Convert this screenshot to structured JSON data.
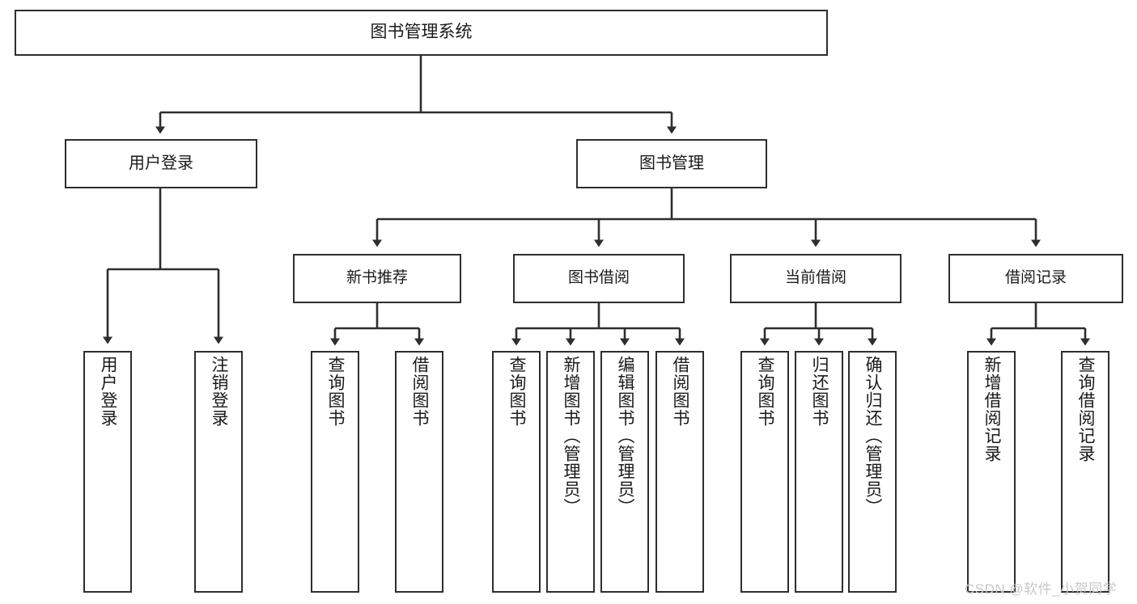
{
  "diagram": {
    "type": "tree-hierarchy-chart",
    "title": "图书管理系统",
    "theme": {
      "background": "#ffffff",
      "box_border": "#2e2e2e",
      "box_fill": "#ffffff",
      "connector": "#2e2e2e",
      "text": "#1a1a1a",
      "watermark": "#c9c9c9"
    },
    "root": {
      "label": "图书管理系统"
    },
    "level1": [
      {
        "id": "user-login",
        "label": "用户登录"
      },
      {
        "id": "book-manage",
        "label": "图书管理"
      }
    ],
    "level2": [
      {
        "id": "new-book-recommend",
        "label": "新书推荐"
      },
      {
        "id": "book-borrow",
        "label": "图书借阅"
      },
      {
        "id": "current-borrow",
        "label": "当前借阅"
      },
      {
        "id": "borrow-record",
        "label": "借阅记录"
      }
    ],
    "leaves": {
      "user-login": [
        {
          "id": "leaf-user-login",
          "label": "用户登录"
        },
        {
          "id": "leaf-user-logout",
          "label": "注销登录"
        }
      ],
      "new-book-recommend": [
        {
          "id": "leaf-query-book-1",
          "label": "查询图书"
        },
        {
          "id": "leaf-borrow-book-1",
          "label": "借阅图书"
        }
      ],
      "book-borrow": [
        {
          "id": "leaf-query-book-2",
          "label": "查询图书"
        },
        {
          "id": "leaf-add-book",
          "label": "新增图书（管理员）"
        },
        {
          "id": "leaf-edit-book",
          "label": "编辑图书（管理员）"
        },
        {
          "id": "leaf-borrow-book-2",
          "label": "借阅图书"
        }
      ],
      "current-borrow": [
        {
          "id": "leaf-query-book-3",
          "label": "查询图书"
        },
        {
          "id": "leaf-return-book",
          "label": "归还图书"
        },
        {
          "id": "leaf-confirm-return",
          "label": "确认归还（管理员）"
        }
      ],
      "borrow-record": [
        {
          "id": "leaf-add-record",
          "label": "新增借阅记录"
        },
        {
          "id": "leaf-query-record",
          "label": "查询借阅记录"
        }
      ]
    },
    "watermark": "CSDN @软件_小贺同学"
  }
}
